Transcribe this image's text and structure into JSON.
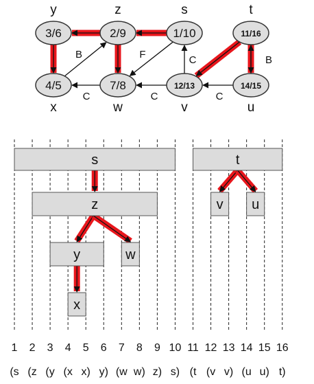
{
  "graph": {
    "nodes": [
      {
        "id": "y",
        "name": "y",
        "label": "3/6"
      },
      {
        "id": "z",
        "name": "z",
        "label": "2/9"
      },
      {
        "id": "s",
        "name": "s",
        "label": "1/10"
      },
      {
        "id": "t",
        "name": "t",
        "label": "11/16"
      },
      {
        "id": "x",
        "name": "x",
        "label": "4/5"
      },
      {
        "id": "w",
        "name": "w",
        "label": "7/8"
      },
      {
        "id": "v",
        "name": "v",
        "label": "12/13"
      },
      {
        "id": "u",
        "name": "u",
        "label": "14/15"
      }
    ],
    "edges": [
      {
        "from": "s",
        "to": "z",
        "tree": true,
        "label": ""
      },
      {
        "from": "z",
        "to": "y",
        "tree": true,
        "label": ""
      },
      {
        "from": "y",
        "to": "x",
        "tree": true,
        "label": ""
      },
      {
        "from": "z",
        "to": "w",
        "tree": true,
        "label": ""
      },
      {
        "from": "t",
        "to": "v",
        "tree": true,
        "label": ""
      },
      {
        "from": "t",
        "to": "u",
        "tree": true,
        "label": ""
      },
      {
        "from": "x",
        "to": "z",
        "tree": false,
        "label": "B"
      },
      {
        "from": "s",
        "to": "w",
        "tree": false,
        "label": "F"
      },
      {
        "from": "w",
        "to": "x",
        "tree": false,
        "label": "C"
      },
      {
        "from": "v",
        "to": "w",
        "tree": false,
        "label": "C"
      },
      {
        "from": "v",
        "to": "s",
        "tree": false,
        "label": "C"
      },
      {
        "from": "u",
        "to": "v",
        "tree": false,
        "label": "C"
      },
      {
        "from": "u",
        "to": "t",
        "tree": false,
        "label": "B"
      }
    ]
  },
  "forest": {
    "boxes": [
      {
        "id": "s",
        "label": "s",
        "start": 1,
        "end": 10
      },
      {
        "id": "z",
        "label": "z",
        "start": 2,
        "end": 9
      },
      {
        "id": "y",
        "label": "y",
        "start": 3,
        "end": 6
      },
      {
        "id": "w",
        "label": "w",
        "start": 7,
        "end": 8
      },
      {
        "id": "x",
        "label": "x",
        "start": 4,
        "end": 5
      },
      {
        "id": "t",
        "label": "t",
        "start": 11,
        "end": 16
      },
      {
        "id": "v",
        "label": "v",
        "start": 12,
        "end": 13
      },
      {
        "id": "u",
        "label": "u",
        "start": 14,
        "end": 15
      }
    ],
    "tree_edges": [
      {
        "from": "s",
        "to": "z"
      },
      {
        "from": "z",
        "to": "y"
      },
      {
        "from": "z",
        "to": "w"
      },
      {
        "from": "y",
        "to": "x"
      },
      {
        "from": "t",
        "to": "v"
      },
      {
        "from": "t",
        "to": "u"
      }
    ]
  },
  "timeline": {
    "ticks": [
      "1",
      "2",
      "3",
      "4",
      "5",
      "6",
      "7",
      "8",
      "9",
      "10",
      "11",
      "12",
      "13",
      "14",
      "15",
      "16"
    ],
    "parens": [
      "(s",
      "(z",
      "(y",
      "(x",
      "x)",
      "y)",
      "(w",
      "w)",
      "z)",
      "s)",
      "(t",
      "(v",
      "v)",
      "(u",
      "u)",
      "t)"
    ]
  },
  "colors": {
    "tree_edge": "#e8161c",
    "node_fill": "#dedede",
    "box_fill": "#dcdcdc",
    "border": "#333333"
  }
}
